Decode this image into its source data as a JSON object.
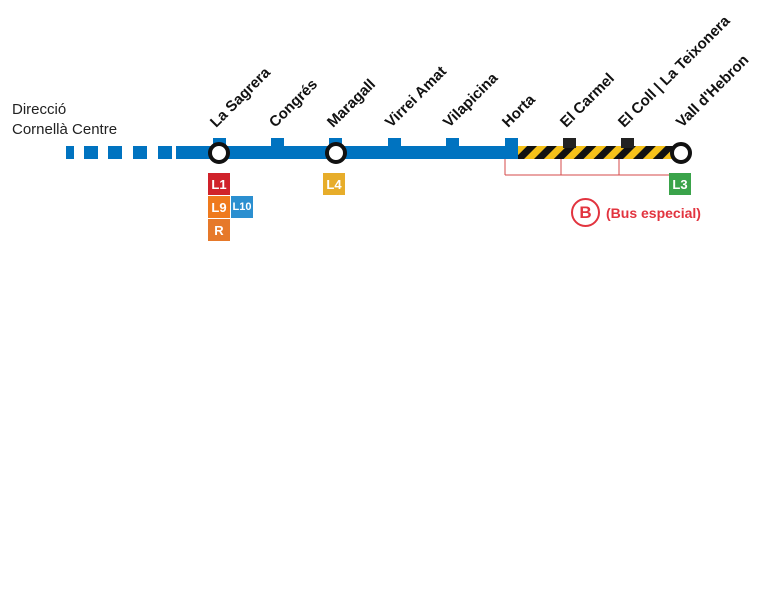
{
  "direction": {
    "line1": "Direcció",
    "line2": "Cornellà Centre"
  },
  "colors": {
    "line": "#0073c0",
    "special": "#f6c21a",
    "special_stripe": "#111111",
    "bus": "#e2343f",
    "L1": "#d0222a",
    "L9": "#ef7a1d",
    "L10": "#2b8fd0",
    "R": "#e6792a",
    "L4": "#e7ad2a",
    "L3": "#3aa34a"
  },
  "stations": [
    {
      "name": "La Sagrera"
    },
    {
      "name": "Congrés"
    },
    {
      "name": "Maragall"
    },
    {
      "name": "Virrei Amat"
    },
    {
      "name": "Vilapicina"
    },
    {
      "name": "Horta"
    },
    {
      "name": "El Carmel"
    },
    {
      "name": "El Coll | La Teixonera"
    },
    {
      "name": "Vall d'Hebron"
    }
  ],
  "connections": {
    "sagrera": {
      "l1": "L1",
      "l9": "L9",
      "l10": "L10",
      "r": "R"
    },
    "maragall": {
      "l4": "L4"
    },
    "vall_hebron": {
      "l3": "L3"
    }
  },
  "bus": {
    "icon": "bus-icon",
    "letter": "B",
    "label": "(Bus especial)"
  }
}
